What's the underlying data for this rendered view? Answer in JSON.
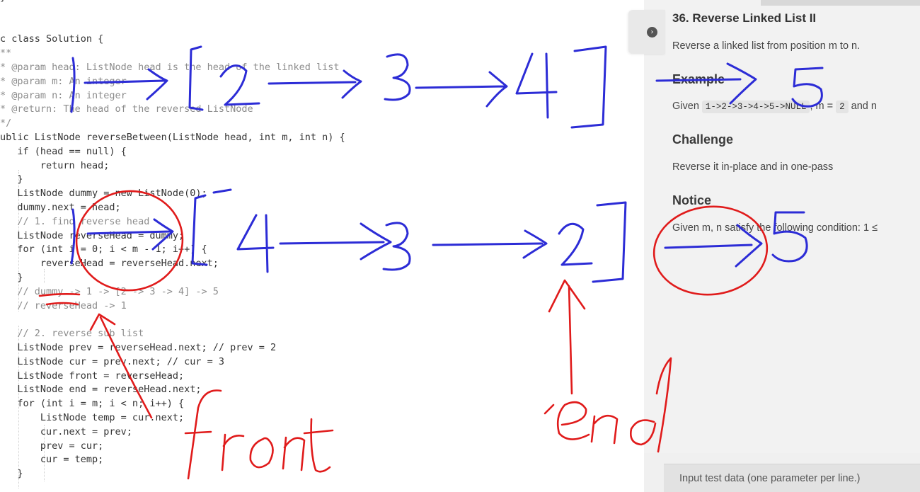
{
  "editor": {
    "lines": [
      "}",
      "",
      "",
      "c class Solution {",
      "**",
      "* @param head: ListNode head is the head of the linked list",
      "* @param m: An integer",
      "* @param n: An integer",
      "* @return: The head of the reversed ListNode",
      "*/",
      "ublic ListNode reverseBetween(ListNode head, int m, int n) {",
      "   if (head == null) {",
      "       return head;",
      "   }",
      "   ListNode dummy = new ListNode(0);",
      "   dummy.next = head;",
      "   // 1. find reverse head",
      "   ListNode reverseHead = dummy;",
      "   for (int i = 0; i < m - 1; i++) {",
      "       reverseHead = reverseHead.next;",
      "   }",
      "   // dummy -> 1 -> [2 -> 3 -> 4] -> 5",
      "   // reverseHead -> 1",
      "",
      "   // 2. reverse sub list",
      "   ListNode prev = reverseHead.next; // prev = 2",
      "   ListNode cur = prev.next; // cur = 3",
      "   ListNode front = reverseHead;",
      "   ListNode end = reverseHead.next;",
      "   for (int i = m; i < n; i++) {",
      "       ListNode temp = cur.next;",
      "       cur.next = prev;",
      "       prev = cur;",
      "       cur = temp;",
      "   }"
    ]
  },
  "panel": {
    "title": "36. Reverse Linked List II",
    "description": "Reverse a linked list from position m to n.",
    "example_heading": "Example",
    "example_given": "Given",
    "example_list": "1->2->3->4->5->NULL",
    "example_m_label": ", m =",
    "example_m_value": "2",
    "example_n_label": "and n",
    "challenge_heading": "Challenge",
    "challenge_text": "Reverse it in-place and in one-pass",
    "notice_heading": "Notice",
    "notice_text": "Given m, n satisfy the following condition: 1 ≤",
    "input_label": "Input test data (one parameter per line.)",
    "toggle_icon": "chevron-right-circle-icon"
  },
  "annotations": {
    "row1": [
      "1",
      "[2",
      "3",
      "4]",
      "5"
    ],
    "row2": [
      "1",
      "[4",
      "3",
      "2]",
      "5"
    ],
    "front_label": "front",
    "end_label": "end",
    "ink_blue": "#2c2cd6",
    "ink_red": "#e01b1b"
  }
}
